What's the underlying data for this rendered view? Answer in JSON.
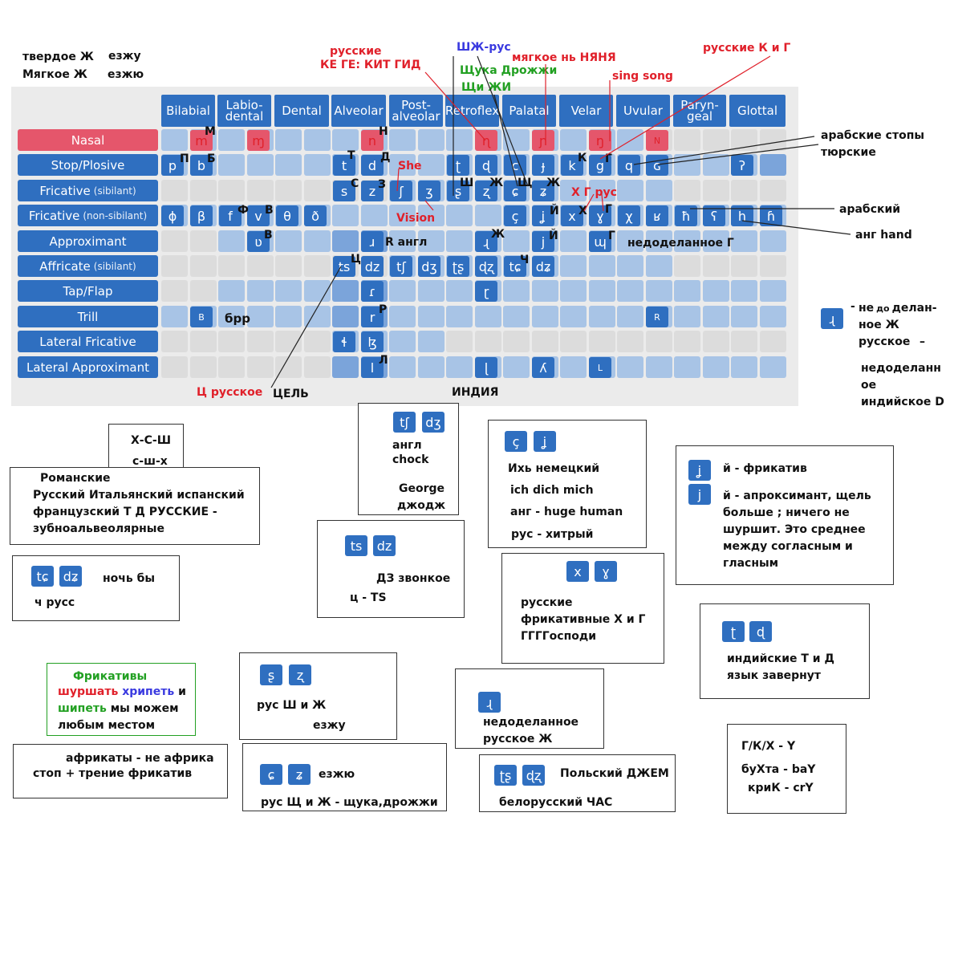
{
  "top_left_notes": {
    "hard_zh": "твердое Ж",
    "hard_zh_ex": "езжу",
    "soft_zh": "Мягкое Ж",
    "soft_zh_ex": "езжю"
  },
  "columns": [
    "Bilabial",
    "Labio-\ndental",
    "Dental",
    "Alveolar",
    "Post-\nalveolar",
    "Retroflex",
    "Palatal",
    "Velar",
    "Uvular",
    "Paryn-\ngeal",
    "Glottal"
  ],
  "rows": [
    {
      "main": "Nasal",
      "sub": ""
    },
    {
      "main": "Stop/Plosive",
      "sub": ""
    },
    {
      "main": "Fricative",
      "sub": "(sibilant)"
    },
    {
      "main": "Fricative",
      "sub": "(non-sibilant)"
    },
    {
      "main": "Approximant",
      "sub": ""
    },
    {
      "main": "Affricate",
      "sub": "(sibilant)"
    },
    {
      "main": "Tap/Flap",
      "sub": ""
    },
    {
      "main": "Trill",
      "sub": ""
    },
    {
      "main": "Lateral Fricative",
      "sub": ""
    },
    {
      "main": "Lateral Approximant",
      "sub": ""
    }
  ],
  "symbols": {
    "m": "m",
    "mg": "ɱ",
    "n": "n",
    "nr": "ɳ",
    "np": "ɲ",
    "nv": "ŋ",
    "nu": "N",
    "p": "p",
    "b": "b",
    "t": "t",
    "d": "d",
    "tr": "ʈ",
    "dr": "ɖ",
    "c": "c",
    "jb": "ɟ",
    "k": "k",
    "g": "g",
    "q": "q",
    "G": "ɢ",
    "gs": "ʔ",
    "s": "s",
    "z": "z",
    "sh": "ʃ",
    "zh": "ʒ",
    "sr": "ʂ",
    "zr": "ʐ",
    "sc": "ɕ",
    "zc": "ʑ",
    "phi": "ɸ",
    "beta": "β",
    "f": "f",
    "v": "v",
    "theta": "θ",
    "eth": "ð",
    "cc": "ç",
    "jc": "ʝ",
    "x": "x",
    "gam": "ɣ",
    "chi": "χ",
    "rr": "ʁ",
    "hbar": "ħ",
    "ain": "ʕ",
    "h": "h",
    "hh": "ɦ",
    "vu": "ʋ",
    "ri": "ɹ",
    "rl": "ɻ",
    "j": "j",
    "wm": "ɰ",
    "ts": "ts",
    "dz": "dz",
    "tsh": "tʃ",
    "dzh": "dʒ",
    "tsr": "ʈʂ",
    "dzr": "ɖʐ",
    "tsc": "tɕ",
    "dzc": "dʑ",
    "tap": "ɾ",
    "tapr": "ɽ",
    "trB": "B",
    "trr": "r",
    "trR": "R",
    "lf": "ɬ",
    "lz": "ɮ",
    "l": "l",
    "lr": "ɭ",
    "ly": "ʎ",
    "L": "L"
  },
  "chart_labels": {
    "M": "М",
    "N": "Н",
    "P": "П",
    "B": "Б",
    "T": "Т",
    "D": "Д",
    "She": "She",
    "K": "К",
    "G": "Г",
    "S": "С",
    "Z": "З",
    "Sh": "Ш",
    "Zh": "Ж",
    "Shch": "Щ",
    "Zh2": "Ж",
    "F": "Ф",
    "V": "В",
    "Vision": "Vision",
    "Y": "Й",
    "H": "Х",
    "G2": "Г",
    "V2": "В",
    "R_eng": "R англ",
    "Zh3": "Ж",
    "Y2": "Й",
    "G3": "Г",
    "G3_txt": "недоделанное Г",
    "Ts": "Ц",
    "Ch": "Ч",
    "brr": "брр",
    "R": "Р",
    "L": "Л",
    "XG": "Х Г рус"
  },
  "top_notes": {
    "rus_ke": "русские",
    "rus_ke2": "КЕ ГЕ: КИТ ГИД",
    "shzh": "ШЖ-рус",
    "shchuka": "Щука Дрожжи",
    "shchi": "Щи ЖИ",
    "soft_n": "мягкое нь НЯНЯ",
    "sing": "sing song",
    "rus_kg": "русские К и Г"
  },
  "right_notes": {
    "arab_stops": "арабские стопы",
    "turkic": "тюрские",
    "arabic": "арабский",
    "eng_hand": "анг  hand",
    "legend_sym": "ɻ",
    "dash": "-",
    "half1": "не",
    "half_do": "до",
    "half2": "делан-",
    "half3": "ное Ж",
    "half4": "русское",
    "half_dash": "–",
    "ind1": "недоделанн",
    "ind2": "ое",
    "ind3": "индийское D"
  },
  "bottom_labels": {
    "ts_rus": "Ц русское",
    "tsel": "ЦЕЛЬ",
    "india": "ИНДИЯ"
  },
  "boxes": {
    "xsh": {
      "l1": "Х-С-Ш",
      "l2": "с-ш-х"
    },
    "romance": {
      "title": "Романские",
      "l1": "Русский Итальянский испанский",
      "l2": "французский Т Д РУССКИЕ -",
      "l3": "зубноальвеолярные"
    },
    "tsc": {
      "s1": "tɕ",
      "s2": "dʑ",
      "t1": "ночь",
      "t1b": "бы",
      "t2": "ч русс"
    },
    "fric": {
      "title": "Фрикативы",
      "w1": "шуршать",
      "w2": "хрипеть",
      "w3": "и",
      "w4": "шипеть",
      "w5": "мы можем",
      "w6": "любым местом"
    },
    "affr": {
      "l1": "африкаты - не африка",
      "l2": "стоп +  трение  фрикатив"
    },
    "eng": {
      "s1": "tʃ",
      "s2": "dʒ",
      "l1": "англ",
      "l2": "chock",
      "l3": "George",
      "l4": "джодж"
    },
    "tsdz": {
      "s1": "ts",
      "s2": "dz",
      "l1": "ДЗ звонкое",
      "l2": "ц - TS"
    },
    "shzhbox": {
      "s1": "ʂ",
      "s2": "ʐ",
      "l1": "рус Ш и Ж",
      "l2": "езжу"
    },
    "shchbox": {
      "s1": "ɕ",
      "s2": "ʑ",
      "l1": "езжю",
      "l2": "рус Щ и Ж - щука,дрожжи"
    },
    "ich": {
      "s1": "ç",
      "s2": "ʝ",
      "l1": "Ихь немецкий",
      "l2": "ich  dich  mich",
      "l3": "анг - huge  human",
      "l4": "рус - хитрый"
    },
    "xg": {
      "s1": "x",
      "s2": "ɣ",
      "l1": "русские",
      "l2": "фрикативные Х и Г",
      "l3": "ГГГГосподи"
    },
    "zh_half": {
      "s1": "ɻ",
      "l1": "недоделанное",
      "l2": "русское Ж"
    },
    "polish": {
      "s1": "ʈʂ",
      "s2": "ɖʐ",
      "l1": "Польский ДЖЕМ",
      "l2": "белорусский ЧАС"
    },
    "jbox": {
      "s1": "ʝ",
      "s2": "j",
      "l1": "й - фрикатив",
      "l2": "й - апроксимант, щель",
      "l3": "больше ; ничего не",
      "l4": "шуршит. Это среднее",
      "l5": "между согласным и",
      "l6": "гласным"
    },
    "ind": {
      "s1": "ʈ",
      "s2": "ɖ",
      "l1": "индийские Т и Д",
      "l2": "язык завернут"
    },
    "gkx": {
      "l1": "Г/К/Х - Y",
      "l2": "буХта - baY",
      "l3": "криК - crY"
    }
  }
}
